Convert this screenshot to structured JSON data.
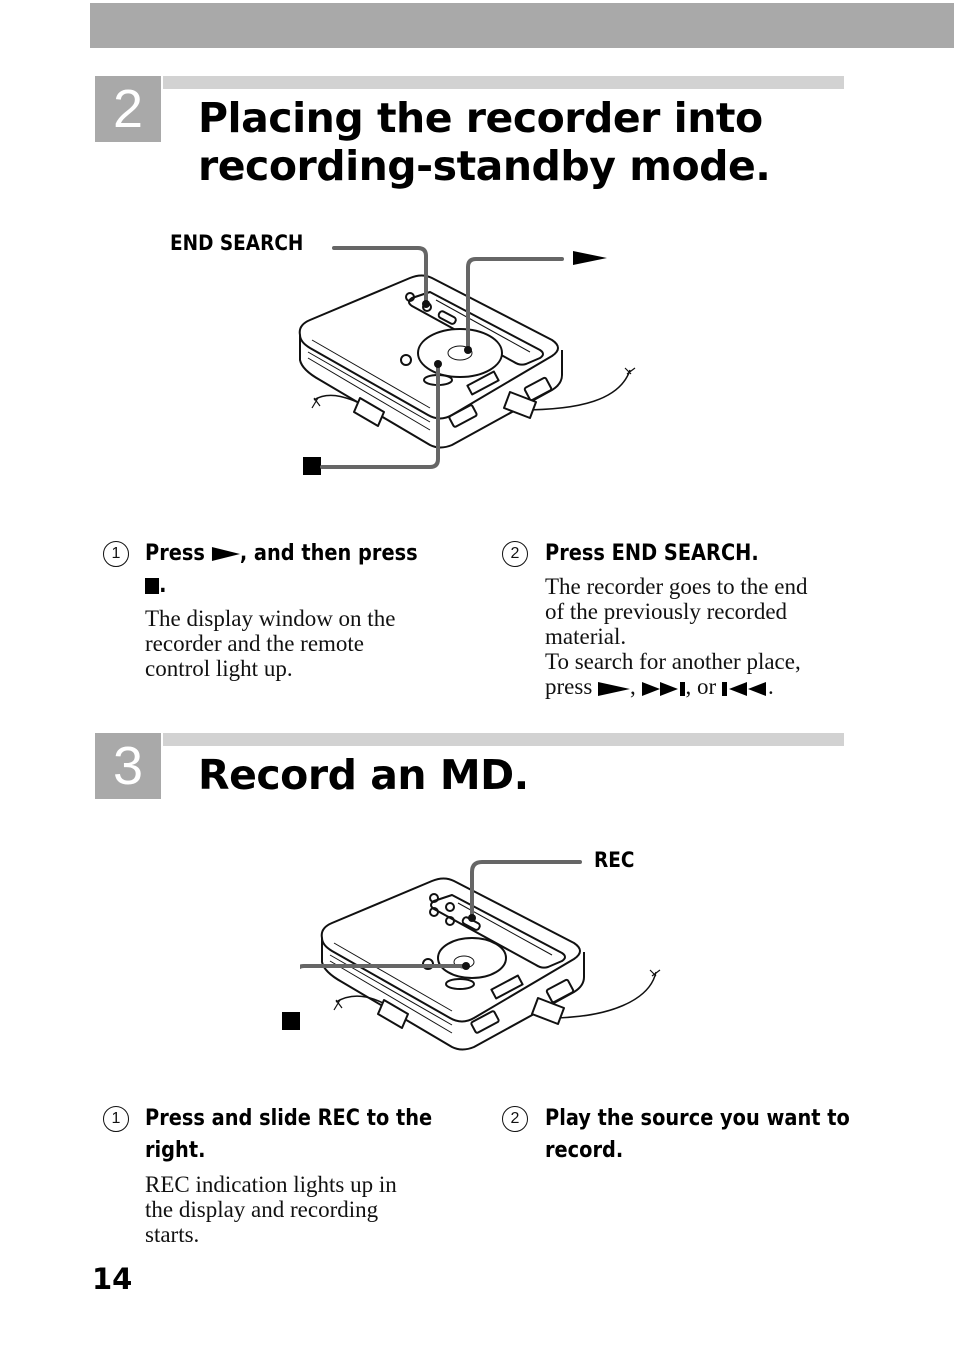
{
  "page": {
    "number": "14"
  },
  "step2": {
    "number": "2",
    "title_line1": "Placing the recorder into",
    "title_line2": "recording-standby mode.",
    "callouts": {
      "end_search": "END SEARCH"
    },
    "instructions": [
      {
        "index": "1",
        "head_a": "Press ",
        "head_b": ", and then press",
        "head_c": ".",
        "body": [
          "The display window on the",
          "recorder and the remote",
          "control light up."
        ]
      },
      {
        "index": "2",
        "head": "Press END SEARCH.",
        "body": [
          "The recorder goes to the end",
          "of the previously recorded",
          "material.",
          "To search for another place,"
        ],
        "body_last_a": "press ",
        "body_last_b": ", ",
        "body_last_c": ", or ",
        "body_last_d": "."
      }
    ]
  },
  "step3": {
    "number": "3",
    "title": "Record an MD.",
    "callouts": {
      "rec": "REC"
    },
    "instructions": [
      {
        "index": "1",
        "head_line1": "Press and slide REC to the",
        "head_line2": "right.",
        "body": [
          "REC indication lights up in",
          "the display and recording",
          "starts."
        ]
      },
      {
        "index": "2",
        "head_line1": "Play the source you want to",
        "head_line2": "record."
      }
    ]
  },
  "icons": [
    "play-icon",
    "stop-icon",
    "next-track-icon",
    "previous-track-icon"
  ],
  "colors": {
    "band_gray": "#a9a9a9",
    "rule_gray": "#d2d2d2",
    "leader_gray": "#666666"
  }
}
